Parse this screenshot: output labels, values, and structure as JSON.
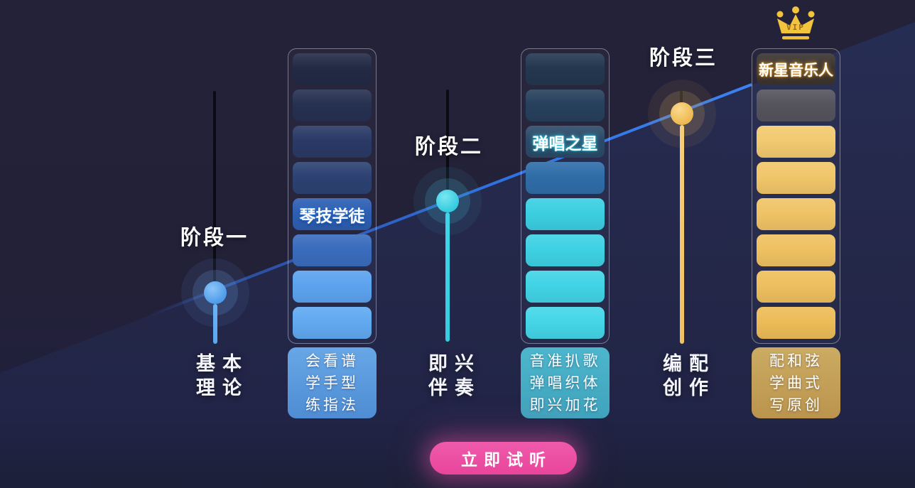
{
  "colors": {
    "background": "#232138",
    "diagonal_line": "#2f6fe0",
    "area_fill": "#2e55b4",
    "stage1_accent": "#5fa9f0",
    "stage2_accent": "#3ed2e6",
    "stage3_accent": "#f2c564",
    "cta_bg": "#ec4fa0"
  },
  "stages": [
    {
      "label": "阶段一",
      "name_line1": "基本",
      "name_line2": "理论"
    },
    {
      "label": "阶段二",
      "name_line1": "即兴",
      "name_line2": "伴奏"
    },
    {
      "label": "阶段三",
      "name_line1": "编配",
      "name_line2": "创作"
    }
  ],
  "columns": [
    {
      "badge": "琴技学徒",
      "badge_index": 4,
      "segments": [
        "#232a45",
        "#263050",
        "#2a3a66",
        "#2d4273",
        "#2e5fb2",
        "#3a6cbd",
        "#5ca3ef",
        "#61a9f1"
      ],
      "desc": [
        "会看谱",
        "学手型",
        "练指法"
      ]
    },
    {
      "badge": "弹唱之星",
      "badge_index": 2,
      "segments": [
        "#24374f",
        "#27405c",
        "#2b4a68",
        "#2f6da8",
        "#3bcfe2",
        "#3ed2e4",
        "#41d4e6",
        "#44d6e8"
      ],
      "desc": [
        "音准扒歌",
        "弹唱织体",
        "即兴加花"
      ]
    },
    {
      "badge": "新星音乐人",
      "badge_index": 0,
      "segments": [
        "#3b3430",
        "#55545e",
        "#f2ca70",
        "#f1c66a",
        "#f0c366",
        "#efc162",
        "#eebf5e",
        "#edbc58"
      ],
      "desc": [
        "配和弦",
        "学曲式",
        "写原创"
      ],
      "crown_label": "VIP"
    }
  ],
  "cta": {
    "label": "立即试听"
  }
}
